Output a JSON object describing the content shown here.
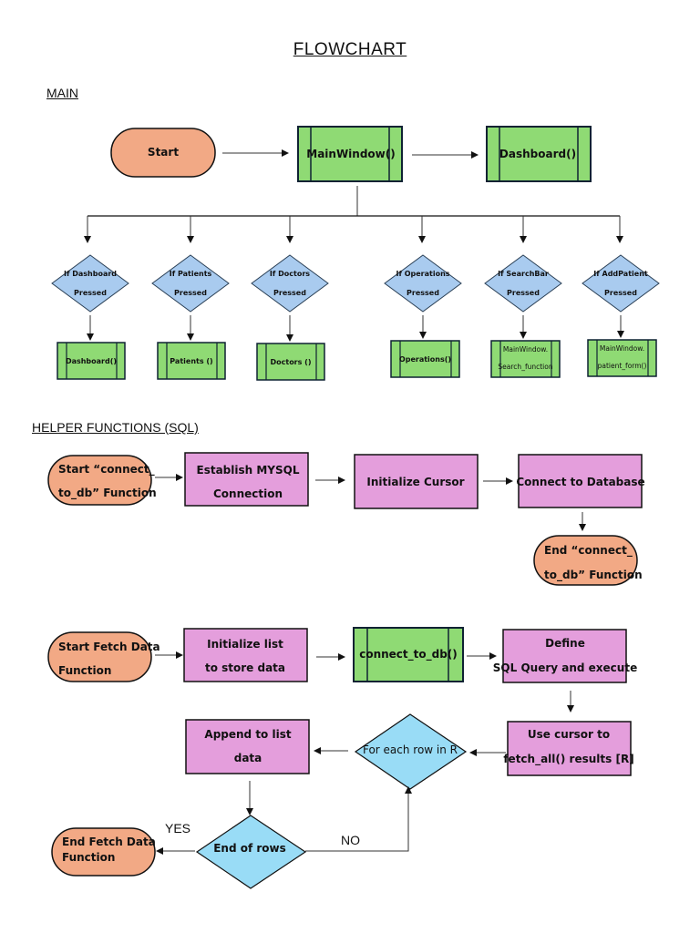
{
  "title": "FLOWCHART",
  "sections": {
    "main": "MAIN",
    "helper": "HELPER FUNCTIONS (SQL)"
  },
  "colors": {
    "terminal": "#f2a985",
    "process_green": "#8fda74",
    "decision_blue_light": "#a9cbef",
    "decision_blue": "#99dcf6",
    "process_pink": "#e49edc",
    "stroke": "#0f2233"
  },
  "main_flow": {
    "start": "Start",
    "main_window": "MainWindow()",
    "dashboard": "Dashboard()",
    "decisions": [
      {
        "line1": "If Dashboard",
        "line2": "Pressed",
        "action": [
          "Dashboard()"
        ]
      },
      {
        "line1": "If Patients",
        "line2": "Pressed",
        "action": [
          "Patients ()"
        ]
      },
      {
        "line1": "If Doctors",
        "line2": "Pressed",
        "action": [
          "Doctors ()"
        ]
      },
      {
        "line1": "If Operations",
        "line2": "Pressed",
        "action": [
          "Operations()"
        ]
      },
      {
        "line1": "If SearchBar",
        "line2": "Pressed",
        "action": [
          "MainWindow.",
          "Search_function"
        ]
      },
      {
        "line1": "If AddPatient",
        "line2": "Pressed",
        "action": [
          "MainWindow.",
          "patient_form()"
        ]
      }
    ]
  },
  "connect_flow": {
    "start": [
      "Start  “connect_",
      "to_db” Function"
    ],
    "establish": [
      "Establish MYSQL",
      "Connection"
    ],
    "init_cursor": "Initialize Cursor",
    "connect_db": "Connect to Database",
    "end": [
      "End  “connect_",
      "to_db” Function"
    ]
  },
  "fetch_flow": {
    "start": [
      "Start Fetch Data",
      "Function"
    ],
    "init_list": [
      "Initialize list",
      "to store data"
    ],
    "connect_call": "connect_to_db()",
    "define_query": [
      "Define",
      "SQL Query and execute"
    ],
    "use_cursor": [
      "Use cursor to",
      "fetch_all() results [R]"
    ],
    "for_each": "For each row in R",
    "append": [
      "Append to list",
      "data"
    ],
    "end_rows": "End of rows",
    "end": [
      "End Fetch Data",
      "Function"
    ],
    "yes_label": "YES",
    "no_label": "NO"
  }
}
